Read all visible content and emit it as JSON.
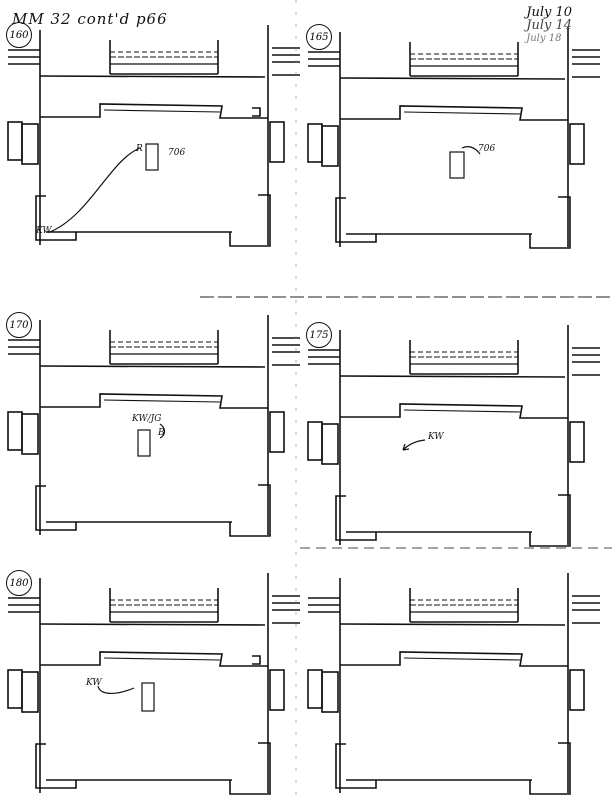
{
  "header": {
    "title": "MM 32 cont'd p66",
    "dates": [
      "July 10",
      "July 14",
      "July 18"
    ]
  },
  "panels": [
    {
      "number": "160",
      "annotations": [
        "KW",
        "R",
        "706"
      ],
      "mark": "curve-to-box",
      "right_corner_mark": true
    },
    {
      "number": "165",
      "annotations": [
        "706"
      ],
      "mark": "box-arrow",
      "right_corner_mark": false
    },
    {
      "number": "170",
      "annotations": [
        "KW/JG",
        "B"
      ],
      "mark": "box-only",
      "right_corner_mark": false
    },
    {
      "number": "175",
      "annotations": [
        "KW"
      ],
      "mark": "arrow-left",
      "right_corner_mark": false
    },
    {
      "number": "180",
      "annotations": [
        "KW"
      ],
      "mark": "arrow-to-box",
      "right_corner_mark": true
    },
    {
      "number": "",
      "annotations": [],
      "mark": "none",
      "right_corner_mark": false
    }
  ]
}
